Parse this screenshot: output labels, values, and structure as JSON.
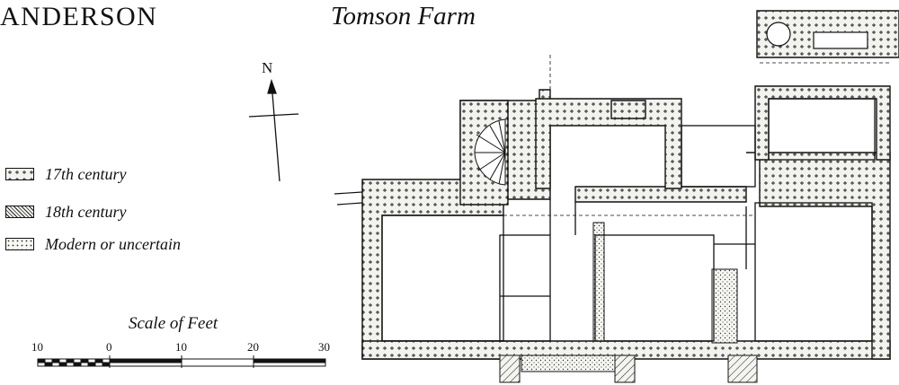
{
  "header": {
    "parish": "ANDERSON",
    "farm": "Tomson Farm"
  },
  "compass": {
    "label": "N"
  },
  "legend": [
    {
      "label": "17th century",
      "pattern": "crosses"
    },
    {
      "label": "18th century",
      "pattern": "hatched"
    },
    {
      "label": "Modern or uncertain",
      "pattern": "stippled"
    }
  ],
  "scale": {
    "title": "Scale of Feet",
    "ticks": [
      "10",
      "0",
      "10",
      "20",
      "30"
    ]
  }
}
